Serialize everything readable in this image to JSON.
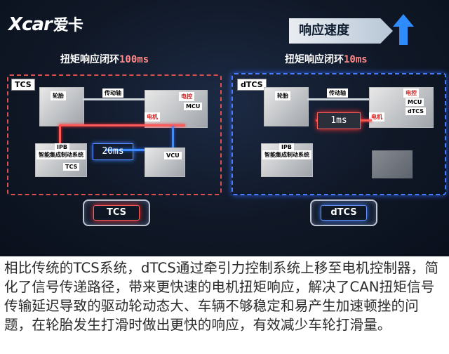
{
  "logo": {
    "brand_latin": "Xcar",
    "brand_cn": "爱卡"
  },
  "speed_label": "响应速度",
  "left": {
    "title_prefix": "扭矩响应闭环",
    "title_ms": "100ms",
    "box_tag": "TCS",
    "wheel": "轮胎",
    "shaft": "传动轴",
    "ctrl": "电控",
    "mcu": "MCU",
    "motor": "电机",
    "ipb": "IPB",
    "ipb_sub": "智能集成制动系统",
    "tcs_small": "TCS",
    "timer": "20ms",
    "vcu": "VCU",
    "chip": "TCS"
  },
  "right": {
    "title_prefix": "扭矩响应闭环",
    "title_ms": "10ms",
    "box_tag": "dTCS",
    "wheel": "轮胎",
    "shaft": "传动轴",
    "ctrl": "电控",
    "mcu": "MCU",
    "dtcs": "dTCS",
    "motor": "电机",
    "ipb": "IPB",
    "ipb_sub": "智能集成制动系统",
    "timer": "1ms",
    "chip": "dTCS"
  },
  "caption": "相比传统的TCS系统，dTCS通过牵引力控制系统上移至电机控制器，简化了信号传递路径，带来更快速的电机扭矩响应，解决了CAN扭矩信号传输延迟导致的驱动轮动态大、车辆不够稳定和易产生加速顿挫的问题，在轮胎发生打滑时做出更快的响应，有效减少车轮打滑量。"
}
